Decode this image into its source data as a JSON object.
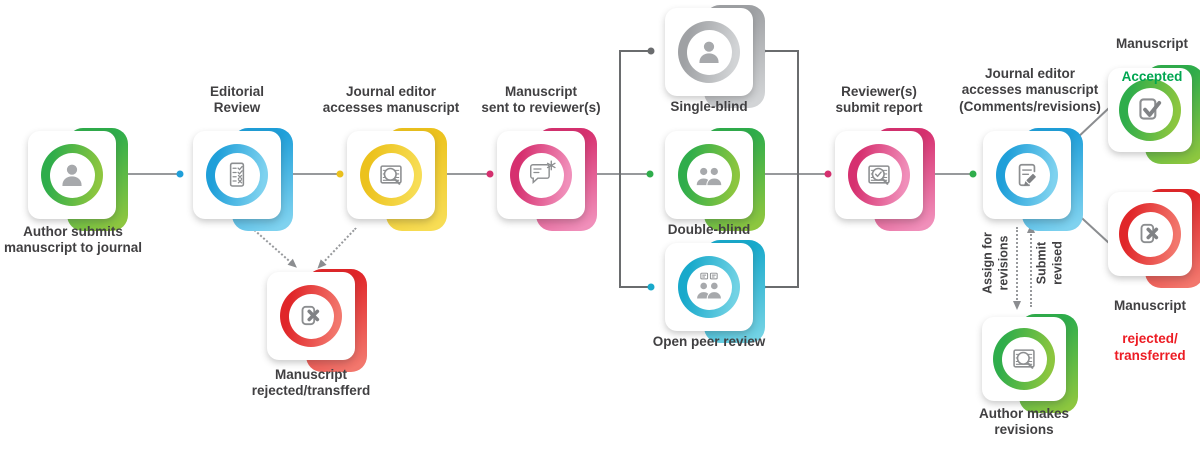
{
  "palette": {
    "green-d": "#2fad4b",
    "green-l": "#8dc63f",
    "blue-d": "#1f9fd9",
    "blue-l": "#7fd2ef",
    "yellow-d": "#ecc21d",
    "yellow-l": "#f7dd55",
    "pink-d": "#d6306f",
    "pink-l": "#f08fba",
    "gray-d": "#9fa1a4",
    "gray-l": "#d2d4d6",
    "teal-d": "#18a9cb",
    "teal-l": "#72d2e4",
    "red-d": "#e02629",
    "red-l": "#f2776d",
    "ink": "#414042",
    "accepted-green": "#00a651",
    "rejected-red": "#ed1c24",
    "line": "#97999c",
    "line-dark": "#6a6c6e",
    "icon-stroke": "#8c8e90",
    "icon-fill": "#a7a9ac",
    "icon-bold": "#808285"
  },
  "nodes": {
    "author": {
      "label": "Author submits\nmanuscript to journal",
      "icon": "person-icon",
      "color": "green"
    },
    "editorial": {
      "label": "Editorial\nReview",
      "icon": "checklist-icon",
      "color": "blue"
    },
    "access": {
      "label": "Journal editor\naccesses manuscript",
      "icon": "document-search-icon",
      "color": "yellow"
    },
    "sent": {
      "label": "Manuscript\nsent to reviewer(s)",
      "icon": "message-new-icon",
      "color": "pink"
    },
    "single_blind": {
      "label": "Single-blind",
      "icon": "person-icon",
      "color": "gray"
    },
    "double_blind": {
      "label": "Double-blind",
      "icon": "people-icon",
      "color": "green"
    },
    "open_review": {
      "label": "Open peer review",
      "icon": "people-discussion-icon",
      "color": "teal"
    },
    "report": {
      "label": "Reviewer(s)\nsubmit report",
      "icon": "document-search-check-icon",
      "color": "pink"
    },
    "comments": {
      "label": "Journal editor\naccesses manuscript\n(Comments/revisions)",
      "icon": "document-edit-icon",
      "color": "blue"
    },
    "accepted": {
      "title": "Manuscript",
      "status": "Accepted",
      "icon": "document-check-icon",
      "color": "green"
    },
    "rejected_right": {
      "title": "Manuscript",
      "status": "rejected/\ntransferred",
      "icon": "document-x-icon",
      "color": "red"
    },
    "revisions": {
      "label": "Author makes\nrevisions",
      "icon": "document-search-icon",
      "color": "green"
    },
    "rejected_left": {
      "label": "Manuscript\nrejected/transfferd",
      "icon": "document-x-icon",
      "color": "red"
    }
  },
  "edge_labels": {
    "assign": "Assign for\nrevisions",
    "submit": "Submit\nrevised"
  }
}
